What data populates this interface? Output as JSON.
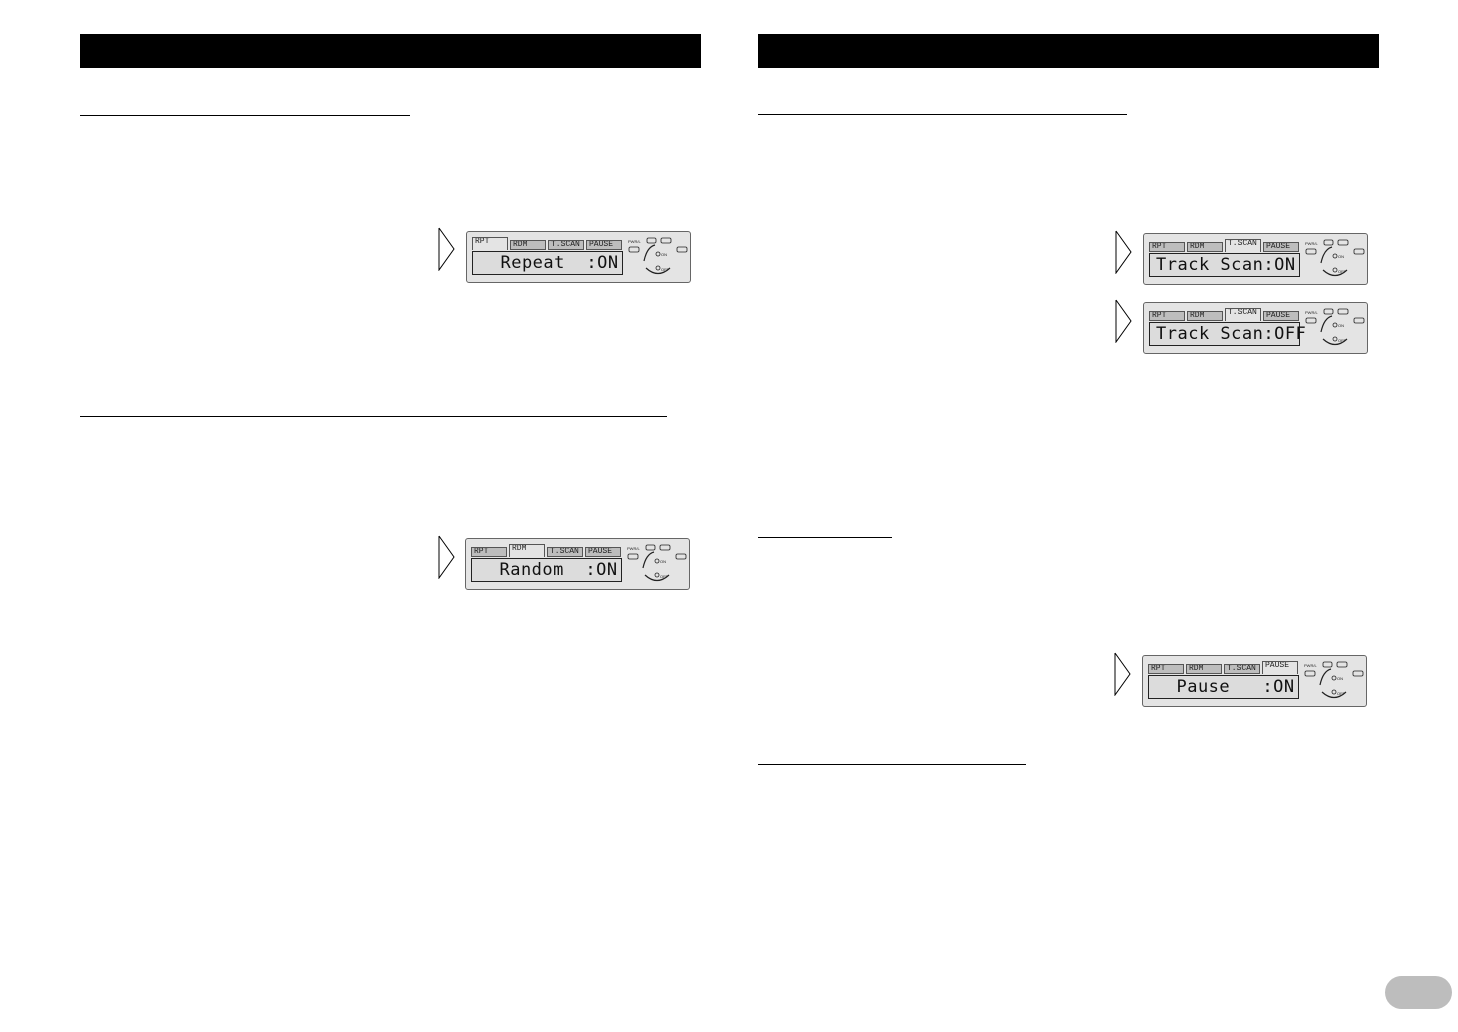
{
  "displays": {
    "repeat": {
      "screen_text": "  Repeat  :ON",
      "tabs": [
        "RPT",
        "RDM",
        "T.SCAN",
        "PAUSE"
      ],
      "active_tab": "RPT"
    },
    "random": {
      "screen_text": "  Random  :ON",
      "tabs": [
        "RPT",
        "RDM",
        "T.SCAN",
        "PAUSE"
      ],
      "active_tab": "RDM"
    },
    "track_scan_on": {
      "screen_text": "Track Scan:ON",
      "tabs": [
        "RPT",
        "RDM",
        "T.SCAN",
        "PAUSE"
      ],
      "active_tab": "T.SCAN"
    },
    "track_scan_off": {
      "screen_text": "Track Scan:OFF",
      "tabs": [
        "RPT",
        "RDM",
        "T.SCAN",
        "PAUSE"
      ],
      "active_tab": "T.SCAN"
    },
    "pause": {
      "screen_text": "  Pause   :ON",
      "tabs": [
        "RPT",
        "RDM",
        "T.SCAN",
        "PAUSE"
      ],
      "active_tab": "PAUSE"
    }
  },
  "control_labels": {
    "pwr": "PWR/L",
    "on": "ON",
    "off": "OFF"
  },
  "colors": {
    "header_bar": "#000000",
    "lcd_bg": "#e4e4e4",
    "tab_inactive": "#bdbdbd",
    "page_pill": "#bdbdbd"
  }
}
